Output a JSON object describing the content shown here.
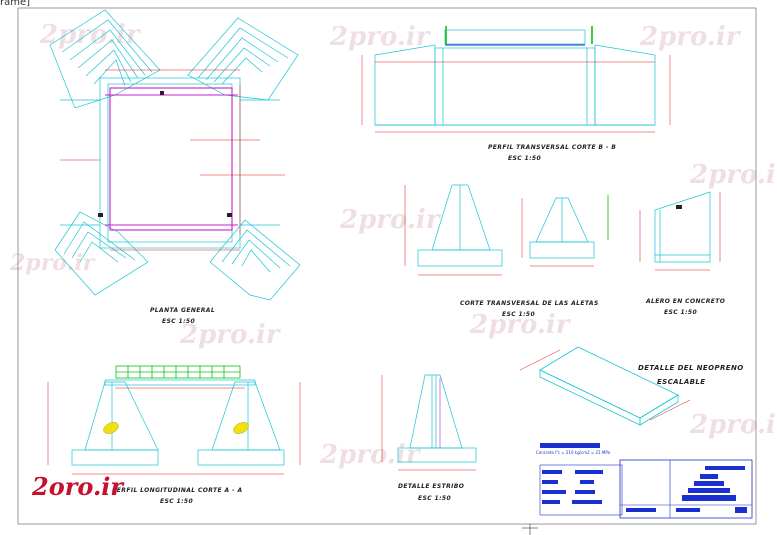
{
  "window": {
    "frame_tag": "rame]"
  },
  "watermark": {
    "text": "2pro.ir"
  },
  "brand": {
    "logo_text": "2oro.ir"
  },
  "labels": {
    "planta_title": "PLANTA GENERAL",
    "planta_scale": "ESC 1:50",
    "perfil_title": "PERFIL TRANSVERSAL CORTE B - B",
    "perfil_scale": "ESC 1:50",
    "corte_aletas_title": "CORTE TRANSVERSAL DE LAS ALETAS",
    "corte_aletas_scale": "ESC 1:50",
    "alero_title": "ALERO EN CONCRETO",
    "alero_scale": "ESC 1:50",
    "neopreno_title_1": "DETALLE DEL NEOPRENO",
    "neopreno_title_2": "ESCALABLE",
    "longitudinal_title": "PERFIL LONGITUDINAL CORTE A - A",
    "longitudinal_scale": "ESC 1:50",
    "estribo_title": "DETALLE ESTRIBO",
    "estribo_scale": "ESC 1:50",
    "concrete_note": "Concreto f'c = 210 kg/cm2 = 21 MPa"
  },
  "colors": {
    "cyan": "#19c6d6",
    "red": "#e01818",
    "blue": "#1a2fd0",
    "magenta": "#c81ec8",
    "green": "#10c010",
    "yellow": "#f0e010"
  }
}
